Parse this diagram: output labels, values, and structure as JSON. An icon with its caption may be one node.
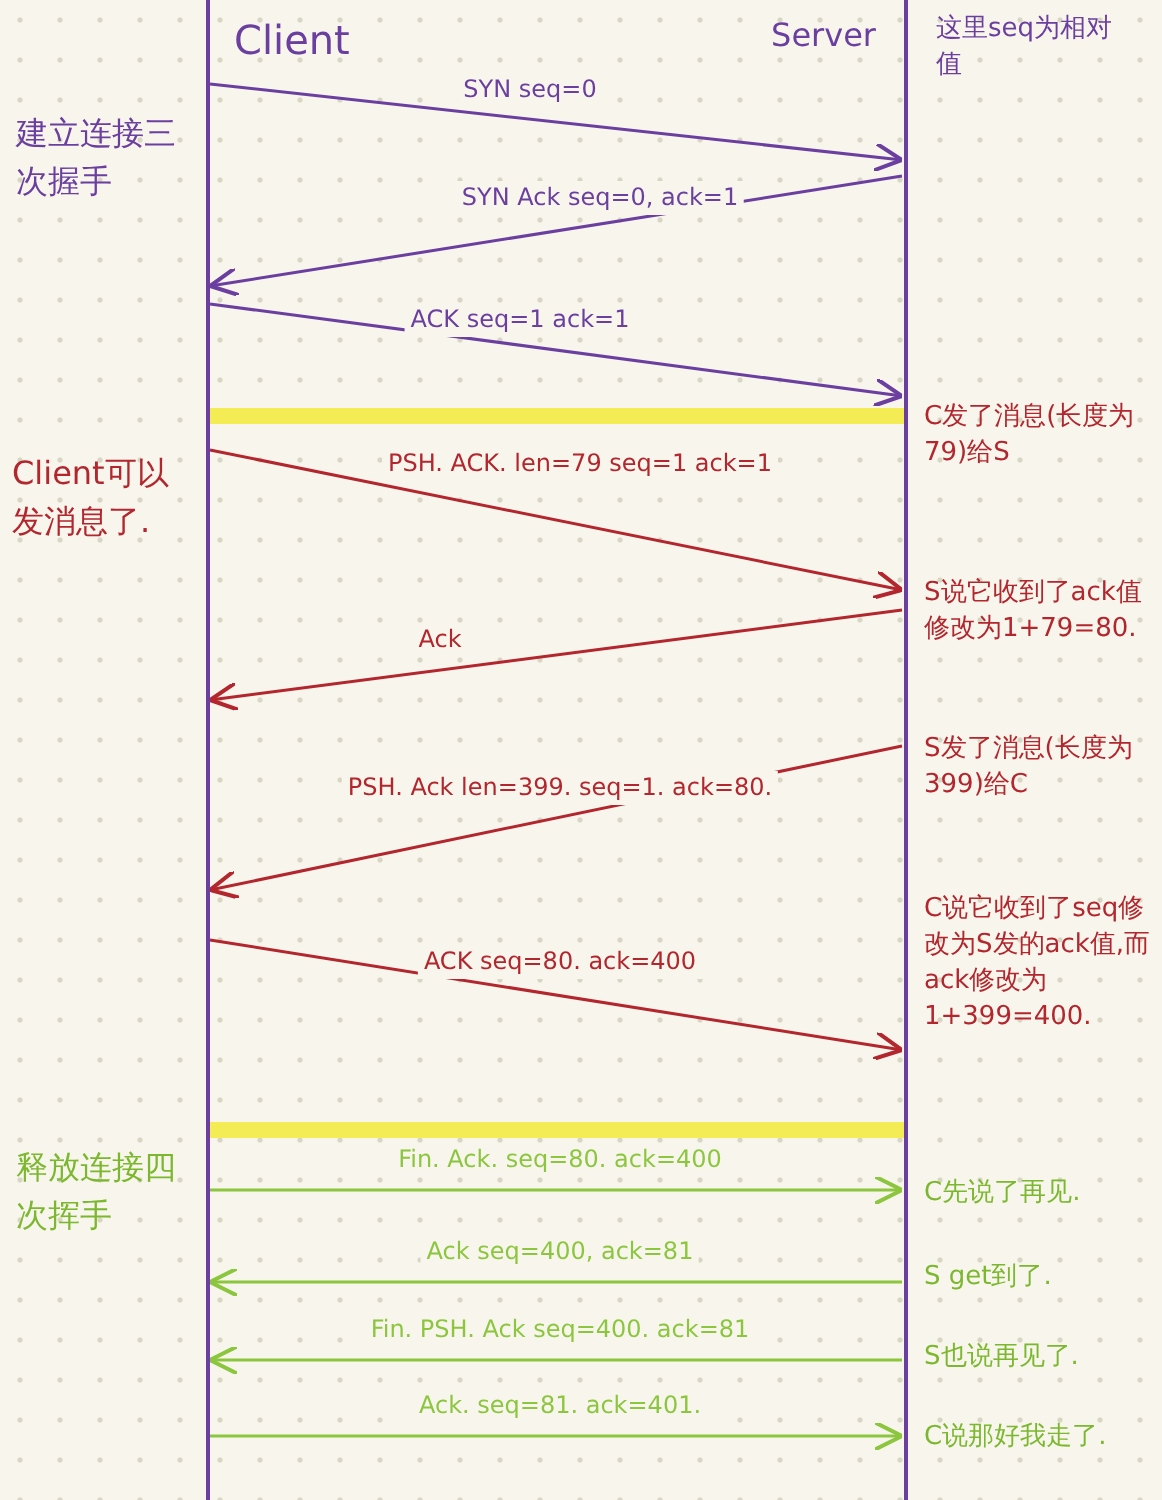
{
  "diagram": {
    "nodes": [
      {
        "text": [
          "Client"
        ]
      },
      {
        "text": [
          "Server"
        ]
      }
    ],
    "edges": [
      {
        "from": 0,
        "to": 1,
        "arrow": "to",
        "label": "SYN seq=0",
        "color": "#6b3fa0"
      },
      {
        "from": 1,
        "to": 0,
        "arrow": "to",
        "label": "SYN Ack seq=0, ack=1",
        "color": "#6b3fa0"
      },
      {
        "from": 0,
        "to": 1,
        "arrow": "to",
        "label": "ACK seq=1 ack=1",
        "color": "#6b3fa0"
      },
      {
        "from": 0,
        "to": 1,
        "arrow": "to",
        "label": "PSH. ACK. len=79 seq=1 ack=1",
        "color": "#b3262e"
      },
      {
        "from": 1,
        "to": 0,
        "arrow": "to",
        "label": "Ack",
        "color": "#b3262e"
      },
      {
        "from": 1,
        "to": 0,
        "arrow": "to",
        "label": "PSH. Ack len=399. seq=1. ack=80.",
        "color": "#b3262e"
      },
      {
        "from": 0,
        "to": 1,
        "arrow": "to",
        "label": "ACK seq=80. ack=400",
        "color": "#b3262e"
      },
      {
        "from": 0,
        "to": 1,
        "arrow": "to",
        "label": "Fin. Ack. seq=80. ack=400",
        "color": "#8cc63f"
      },
      {
        "from": 1,
        "to": 0,
        "arrow": "to",
        "label": "Ack seq=400, ack=81",
        "color": "#8cc63f"
      },
      {
        "from": 1,
        "to": 0,
        "arrow": "to",
        "label": "Fin. PSH. Ack seq=400. ack=81",
        "color": "#8cc63f"
      },
      {
        "from": 0,
        "to": 1,
        "arrow": "to",
        "label": "Ack. seq=81. ack=401.",
        "color": "#8cc63f"
      }
    ],
    "labels": [
      "这里seq为相对值",
      "建立连接三次握手",
      "Client可以发消息了.",
      "C发了消息(长度为79)给S",
      "S说它收到了ack值修改为1+79=80.",
      "S发了消息(长度为399)给C",
      "C说它收到了seq修改为S发的ack值,而ack修改为1+399=400.",
      "释放连接四次挥手",
      "C先说了再见.",
      "S get到了.",
      "S也说再见了.",
      "C说那好我走了."
    ]
  }
}
